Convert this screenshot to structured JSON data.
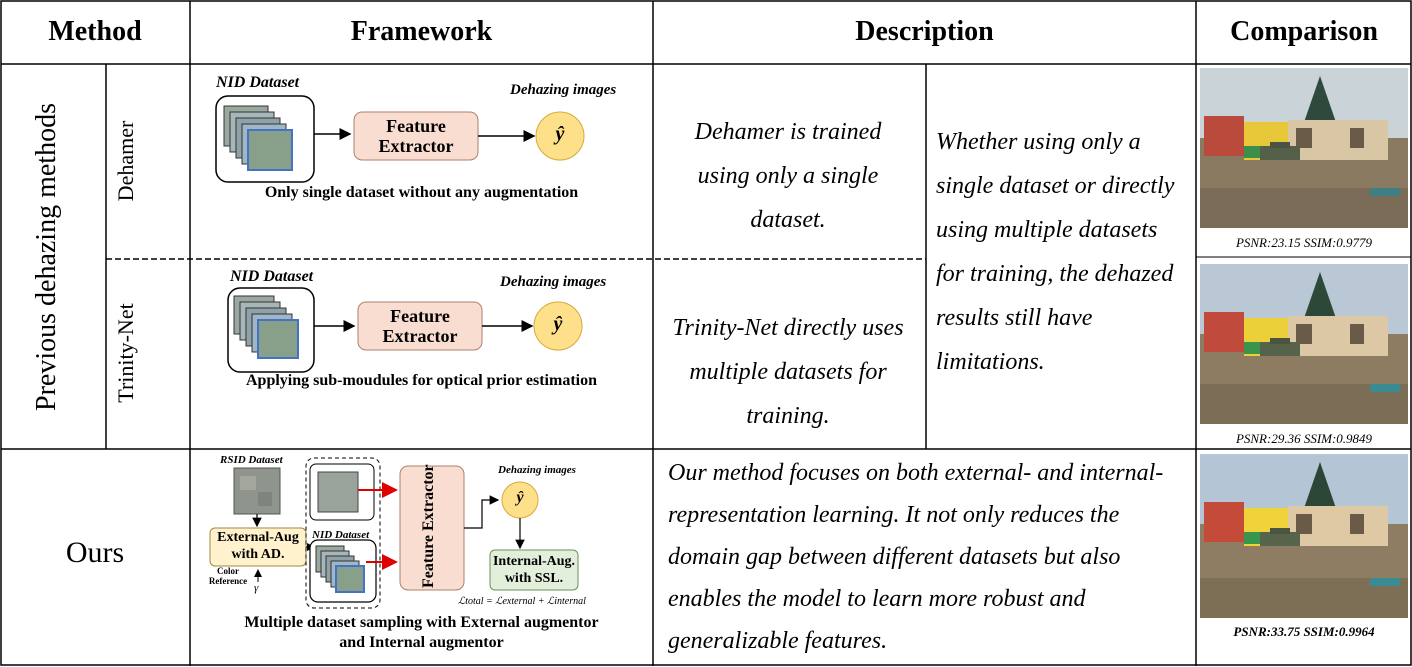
{
  "headers": {
    "method": "Method",
    "framework": "Framework",
    "description": "Description",
    "comparison": "Comparison"
  },
  "group_label": "Previous dehazing methods",
  "rows": {
    "dehamer": {
      "name": "Dehamer",
      "dataset": "NID Dataset",
      "output": "Dehazing images",
      "extractor_line1": "Feature",
      "extractor_line2": "Extractor",
      "symbol": "ŷ",
      "caption": "Only single dataset without any augmentation",
      "description": "Dehamer is trained using only a single dataset.",
      "metric": "PSNR:23.15 SSIM:0.9779"
    },
    "trinity": {
      "name": "Trinity-Net",
      "dataset": "NID Dataset",
      "output": "Dehazing images",
      "extractor_line1": "Feature",
      "extractor_line2": "Extractor",
      "symbol": "ŷ",
      "caption": "Applying sub-moudules for optical prior estimation",
      "description": "Trinity-Net directly uses multiple datasets for training.",
      "metric": "PSNR:29.36 SSIM:0.9849"
    },
    "shared_description": "Whether using only a single dataset or directly using multiple datasets for training, the dehazed results still have limitations.",
    "ours": {
      "name": "Ours",
      "rsid_dataset": "RSID Dataset",
      "nid_dataset": "NID Dataset",
      "output": "Dehazing images",
      "symbol": "ŷ",
      "ext_aug_line1": "External-Aug",
      "ext_aug_line2": "with AD.",
      "color_ref_line1": "Color",
      "color_ref_line2": "Reference",
      "gamma": "γ",
      "extractor": "Feature Extractor",
      "int_aug_line1": "Internal-Aug.",
      "int_aug_line2": "with SSL.",
      "loss": "ℒtotal = ℒexternal + ℒinternal",
      "caption_line1": "Multiple dataset sampling with External augmentor",
      "caption_line2": "and Internal augmentor",
      "description": "Our method focuses on both external- and internal- representation learning. It not only reduces the domain gap between different datasets but also enables the model to learn more robust and generalizable features.",
      "metric": "PSNR:33.75 SSIM:0.9964"
    }
  },
  "colors": {
    "extractor_fill": "#f9ddd0",
    "output_fill": "#ffe08a",
    "ext_aug_fill": "#fff2cc",
    "int_aug_fill": "#e2efda",
    "arrow_red": "#e00000"
  }
}
